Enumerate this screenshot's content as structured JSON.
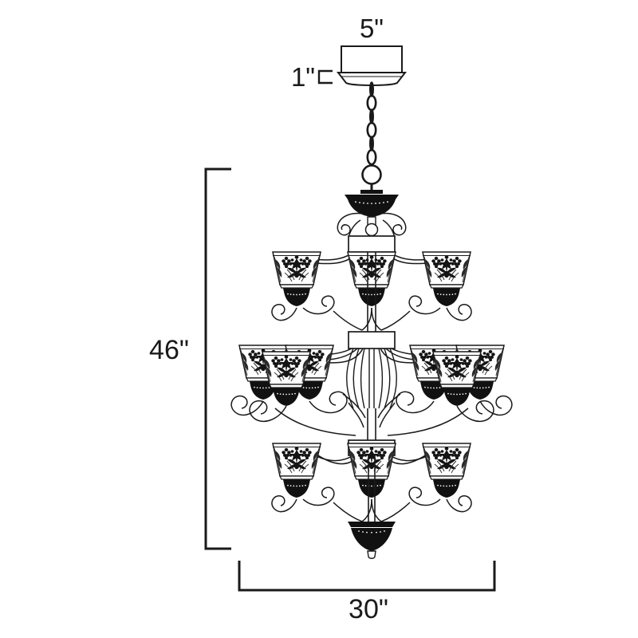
{
  "drawing": {
    "title": "Chandelier dimension drawing",
    "background_color": "#ffffff",
    "line_color": "#1a1a1a",
    "fill_dark": "#111111",
    "fill_light": "#ffffff"
  },
  "dimensions": {
    "width_label": "30\"",
    "height_label": "46\"",
    "canopy_width_label": "5\"",
    "canopy_height_label": "1\""
  },
  "fixture": {
    "type": "3-tier chandelier",
    "tiers": [
      {
        "name": "top-tier",
        "shade_count": 3
      },
      {
        "name": "middle-tier",
        "shade_count": 6
      },
      {
        "name": "bottom-tier",
        "shade_count": 3
      }
    ],
    "parts": [
      "canopy",
      "canopy-plate",
      "chain",
      "hanging-ring",
      "top-finial",
      "center-column",
      "scroll-arms",
      "glass-shades",
      "bottom-finial"
    ]
  }
}
